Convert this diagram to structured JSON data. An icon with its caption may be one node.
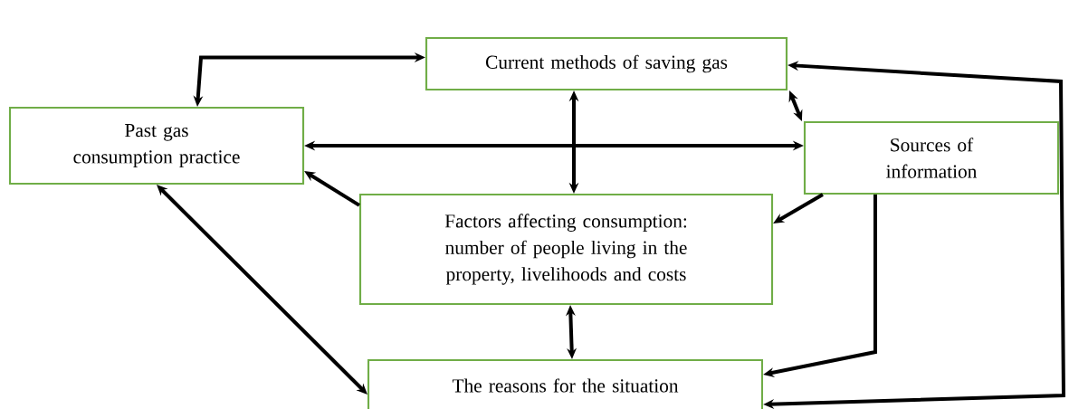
{
  "diagram": {
    "nodes": [
      {
        "text": [
          "Current methods of saving gas"
        ]
      },
      {
        "text": [
          "Past gas consumption practice"
        ]
      },
      {
        "text": [
          "Sources of information"
        ]
      },
      {
        "text": [
          "Factors affecting consumption: number of people living in the property, livelihoods and costs"
        ]
      },
      {
        "text": [
          "The reasons for the situation"
        ]
      }
    ],
    "edges": [
      {
        "from": 0,
        "to": 1,
        "arrow": "both"
      },
      {
        "from": 0,
        "to": 3,
        "arrow": "both"
      },
      {
        "from": 0,
        "to": 2,
        "arrow": "both"
      },
      {
        "from": 1,
        "to": 2,
        "arrow": "both"
      },
      {
        "from": 3,
        "to": 1,
        "arrow": "to"
      },
      {
        "from": 2,
        "to": 3,
        "arrow": "to"
      },
      {
        "from": 1,
        "to": 4,
        "arrow": "both"
      },
      {
        "from": 3,
        "to": 4,
        "arrow": "both"
      },
      {
        "from": 2,
        "to": 4,
        "arrow": "to"
      },
      {
        "from": 0,
        "to": 4,
        "arrow": "both"
      }
    ]
  }
}
